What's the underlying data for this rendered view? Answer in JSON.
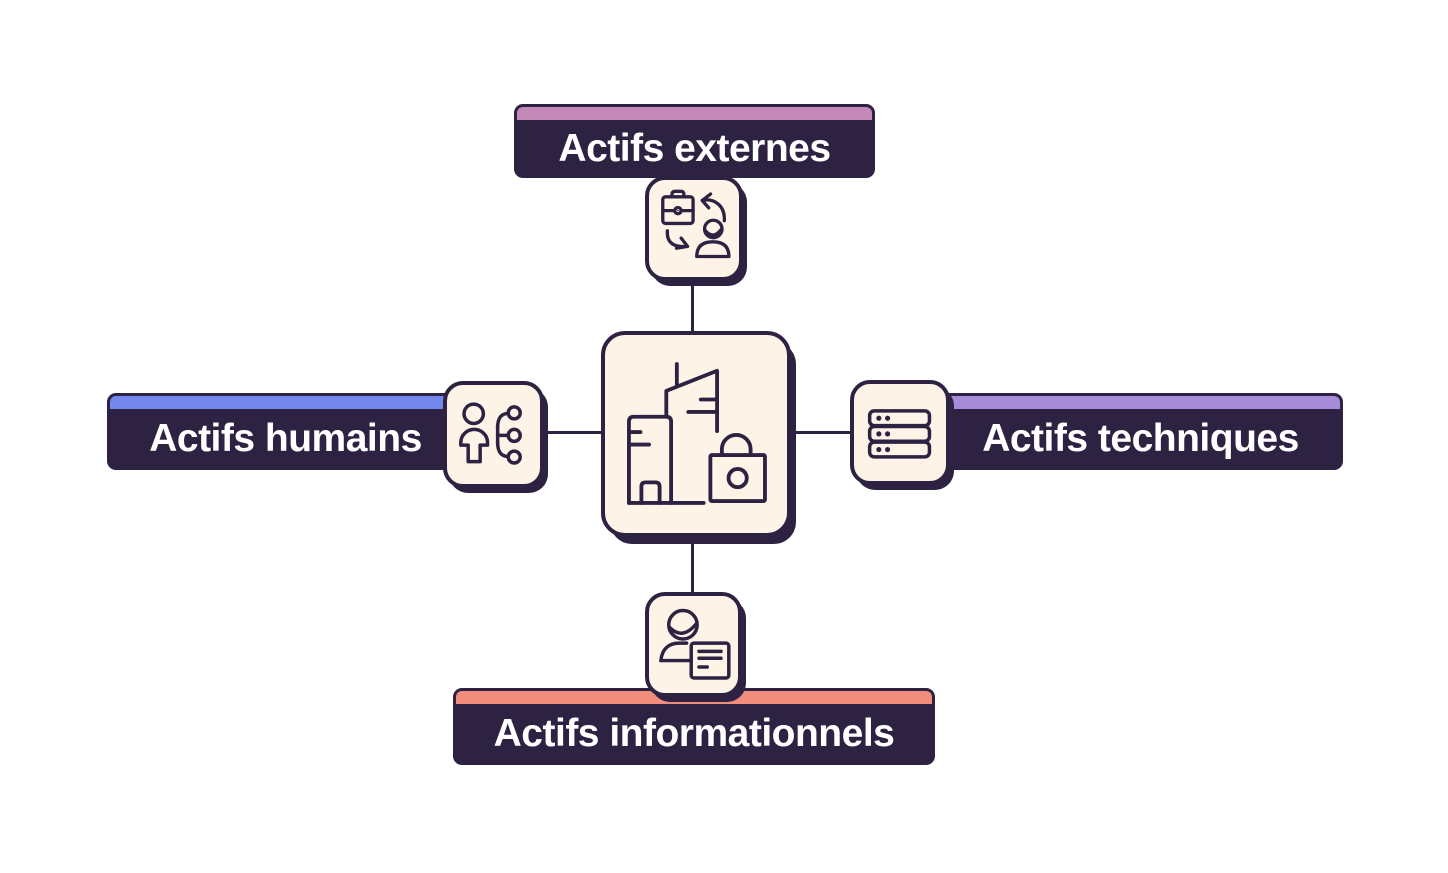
{
  "diagram": {
    "type": "hub-and-spoke",
    "colors": {
      "ink": "#2e2242",
      "panel": "#fdf4e7",
      "background": "#ffffff",
      "label_text": "#ffffff"
    },
    "center_node": {
      "icon": "building-lock-icon"
    },
    "nodes": [
      {
        "id": "externes",
        "position": "top",
        "label": "Actifs externes",
        "accent": "#c489b9",
        "icon": "partner-exchange-icon"
      },
      {
        "id": "humains",
        "position": "left",
        "label": "Actifs humains",
        "accent": "#7487ec",
        "icon": "person-hierarchy-icon"
      },
      {
        "id": "techniques",
        "position": "right",
        "label": "Actifs techniques",
        "accent": "#a58bd8",
        "icon": "server-stack-icon"
      },
      {
        "id": "informationnels",
        "position": "bottom",
        "label": "Actifs informationnels",
        "accent": "#f08d7d",
        "icon": "person-document-icon"
      }
    ],
    "connections": [
      "externes-center",
      "humains-center",
      "techniques-center",
      "informationnels-center"
    ]
  }
}
